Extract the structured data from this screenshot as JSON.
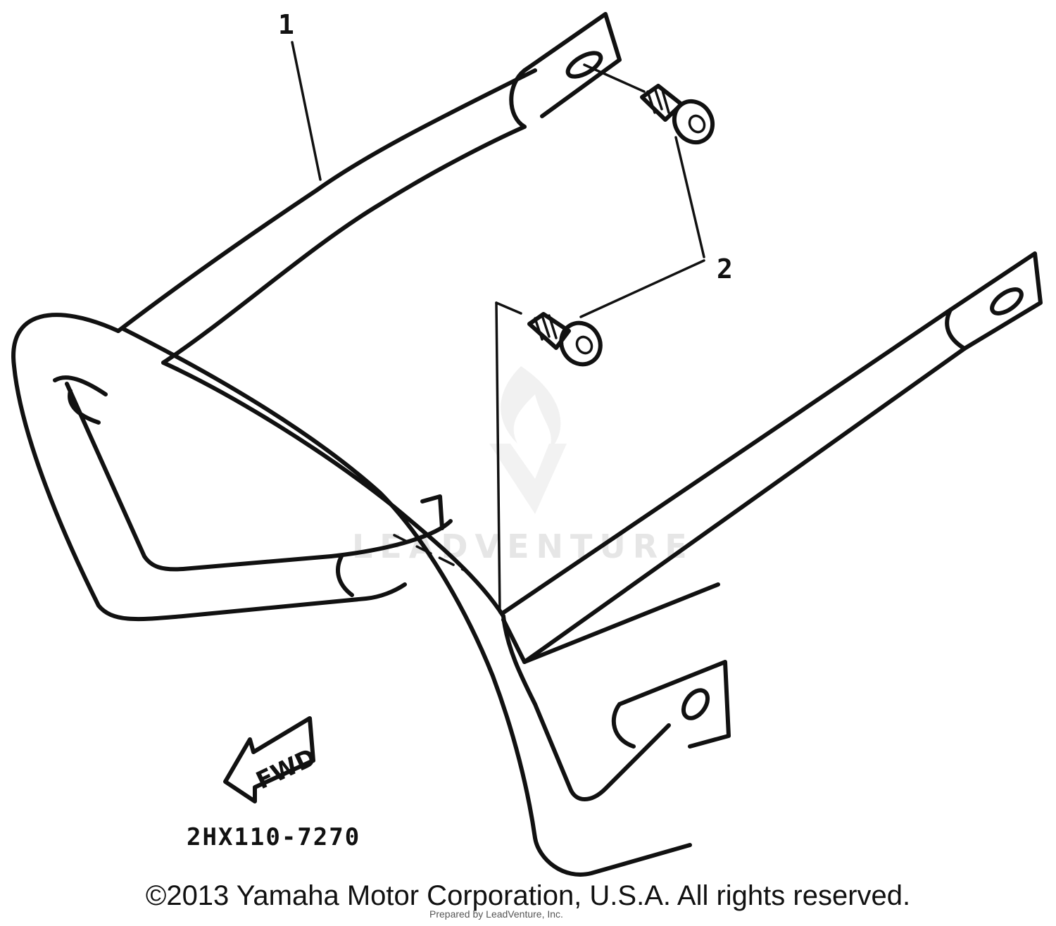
{
  "diagram": {
    "part_callouts": [
      {
        "label": "1"
      },
      {
        "label": "2"
      }
    ],
    "part_code": "2HX110-7270",
    "direction_label": "FWD",
    "watermark_text": "LEADVENTURE",
    "watermark_logo": "leadventure-flame-logo"
  },
  "footer": {
    "copyright": "©2013 Yamaha Motor Corporation, U.S.A. All rights reserved.",
    "prepared_by": "Prepared by LeadVenture, Inc."
  }
}
